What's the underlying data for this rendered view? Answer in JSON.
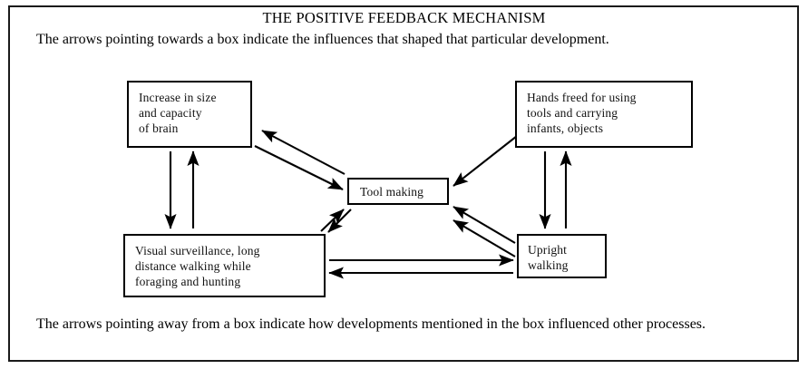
{
  "figure": {
    "title": "THE POSITIVE FEEDBACK MECHANISM",
    "caption_top": "The arrows pointing towards a box indicate the influences that shaped that particular development.",
    "caption_bottom": "The arrows pointing away from a box indicate how developments mentioned in the box influenced other processes.",
    "frame_color": "#1a1a1a",
    "background_color": "#ffffff",
    "stroke_color": "#000000"
  },
  "nodes": [
    {
      "id": "brain",
      "label": "Increase in size\nand capacity\nof brain"
    },
    {
      "id": "hands",
      "label": "Hands freed for using\ntools and carrying\ninfants, objects"
    },
    {
      "id": "tool",
      "label": "Tool making"
    },
    {
      "id": "visual",
      "label": "Visual surveillance, long\ndistance walking while\nforaging and hunting"
    },
    {
      "id": "upright",
      "label": "Upright\nwalking"
    }
  ],
  "edges": [
    {
      "from": "brain",
      "to": "visual",
      "direction": "down",
      "style": "single-arrow"
    },
    {
      "from": "visual",
      "to": "brain",
      "direction": "up",
      "style": "single-arrow"
    },
    {
      "from": "tool",
      "to": "brain",
      "direction": "up-left",
      "style": "single-arrow"
    },
    {
      "from": "brain",
      "to": "tool",
      "direction": "down-right",
      "style": "single-arrow"
    },
    {
      "from": "visual",
      "to": "tool",
      "direction": "up-right",
      "style": "single-arrow"
    },
    {
      "from": "tool",
      "to": "visual",
      "direction": "down-left",
      "style": "single-arrow"
    },
    {
      "from": "hands",
      "to": "tool",
      "direction": "down-left",
      "style": "single-arrow"
    },
    {
      "from": "upright",
      "to": "tool",
      "direction": "up-left",
      "style": "single-arrow"
    },
    {
      "from": "upright",
      "to": "tool",
      "direction": "up-left",
      "style": "single-arrow"
    },
    {
      "from": "hands",
      "to": "upright",
      "direction": "down",
      "style": "single-arrow"
    },
    {
      "from": "upright",
      "to": "hands",
      "direction": "up",
      "style": "single-arrow"
    },
    {
      "from": "visual",
      "to": "upright",
      "direction": "right",
      "style": "single-arrow"
    },
    {
      "from": "upright",
      "to": "visual",
      "direction": "left",
      "style": "single-arrow"
    }
  ]
}
